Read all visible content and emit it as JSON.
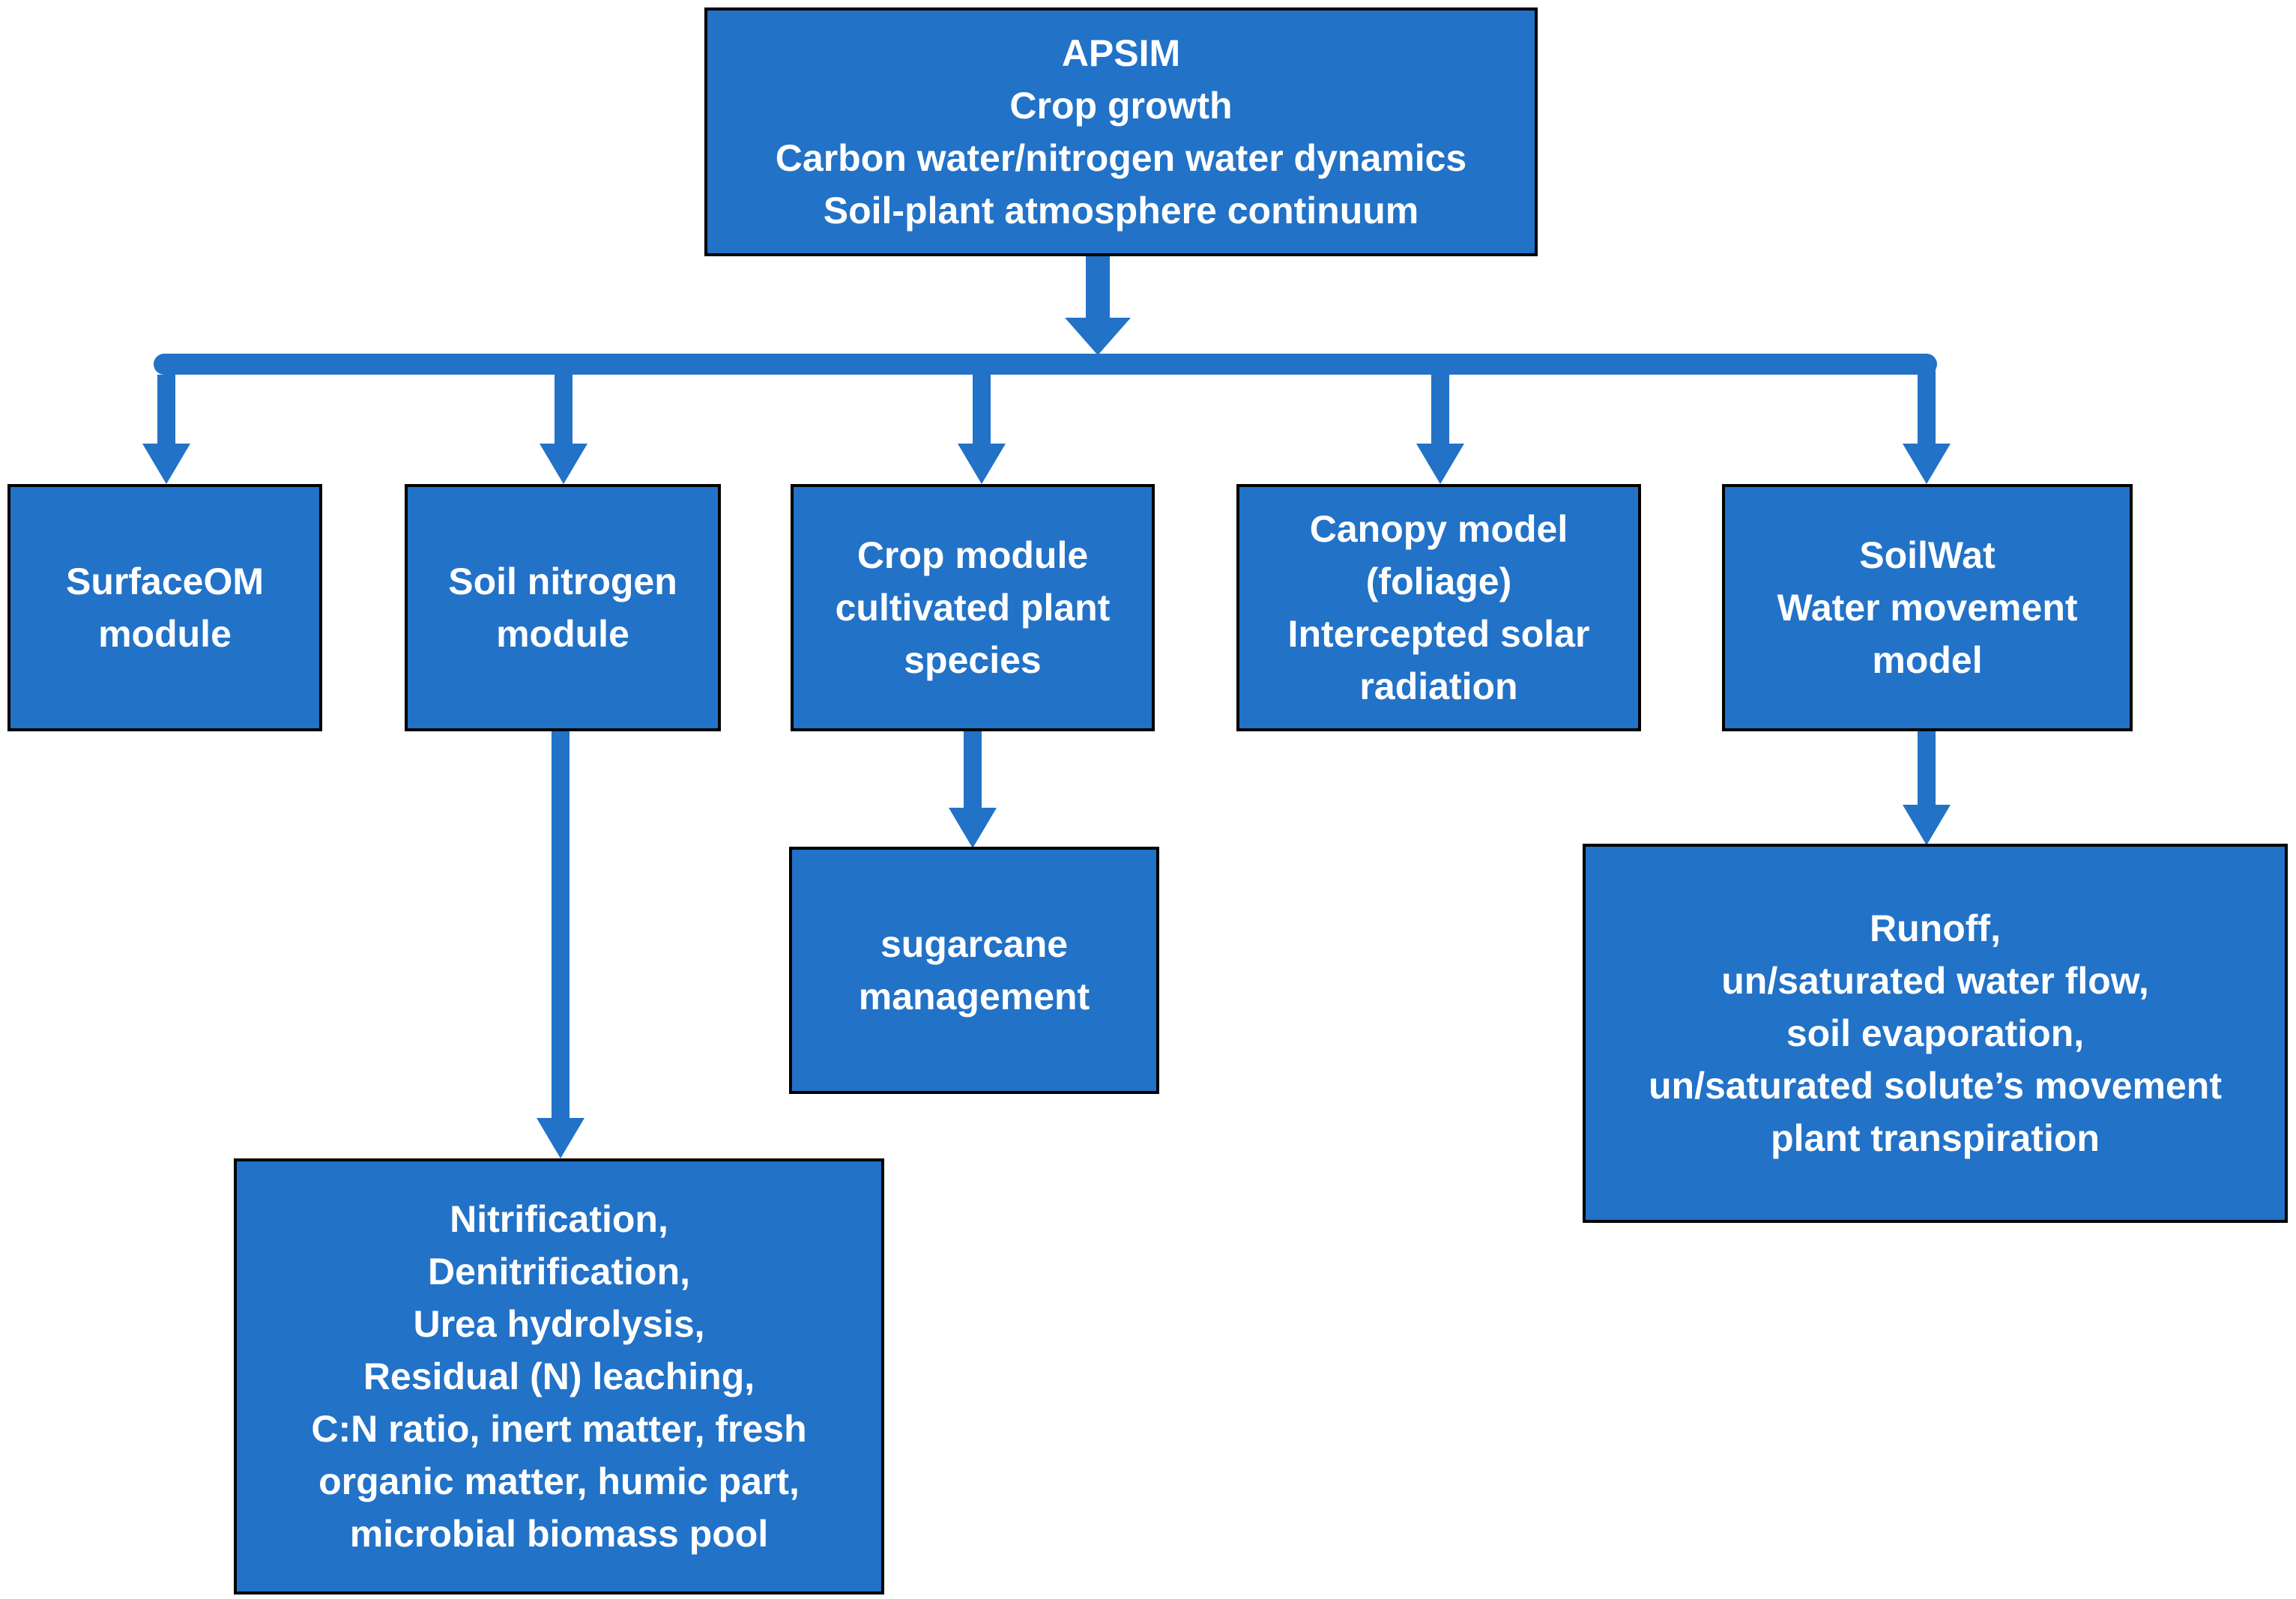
{
  "diagram": {
    "title": "APSIM model structure flowchart",
    "colors": {
      "box_fill": "#2272c7",
      "box_border": "#000000",
      "arrow": "#2272c7",
      "text": "#ffffff",
      "background": "#ffffff"
    },
    "nodes": {
      "apsim": {
        "lines": [
          "APSIM",
          "Crop growth",
          "Carbon water/nitrogen water dynamics",
          "Soil-plant atmosphere continuum"
        ]
      },
      "surface_om": {
        "lines": [
          "SurfaceOM",
          "module"
        ]
      },
      "soil_nitrogen": {
        "lines": [
          "Soil nitrogen",
          "module"
        ]
      },
      "crop_module": {
        "lines": [
          "Crop module",
          "cultivated plant",
          "species"
        ]
      },
      "canopy": {
        "lines": [
          "Canopy model",
          "(foliage)",
          "Intercepted solar",
          "radiation"
        ]
      },
      "soilwat": {
        "lines": [
          "SoilWat",
          "Water movement",
          "model"
        ]
      },
      "sugarcane": {
        "lines": [
          "sugarcane",
          "management"
        ]
      },
      "runoff": {
        "lines": [
          "Runoff,",
          "un/saturated water flow,",
          "soil evaporation,",
          "un/saturated solute’s movement",
          "plant transpiration"
        ]
      },
      "nitrification": {
        "lines": [
          "Nitrification,",
          "Denitrification,",
          "Urea hydrolysis,",
          "Residual (N) leaching,",
          "C:N ratio, inert matter, fresh",
          "organic matter, humic part,",
          "microbial biomass pool"
        ]
      }
    },
    "edges": [
      "apsim -> branch line",
      "branch -> surface_om",
      "branch -> soil_nitrogen",
      "branch -> crop_module",
      "branch -> canopy",
      "branch -> soilwat",
      "crop_module -> sugarcane",
      "soilwat -> runoff",
      "soil_nitrogen -> nitrification"
    ]
  }
}
